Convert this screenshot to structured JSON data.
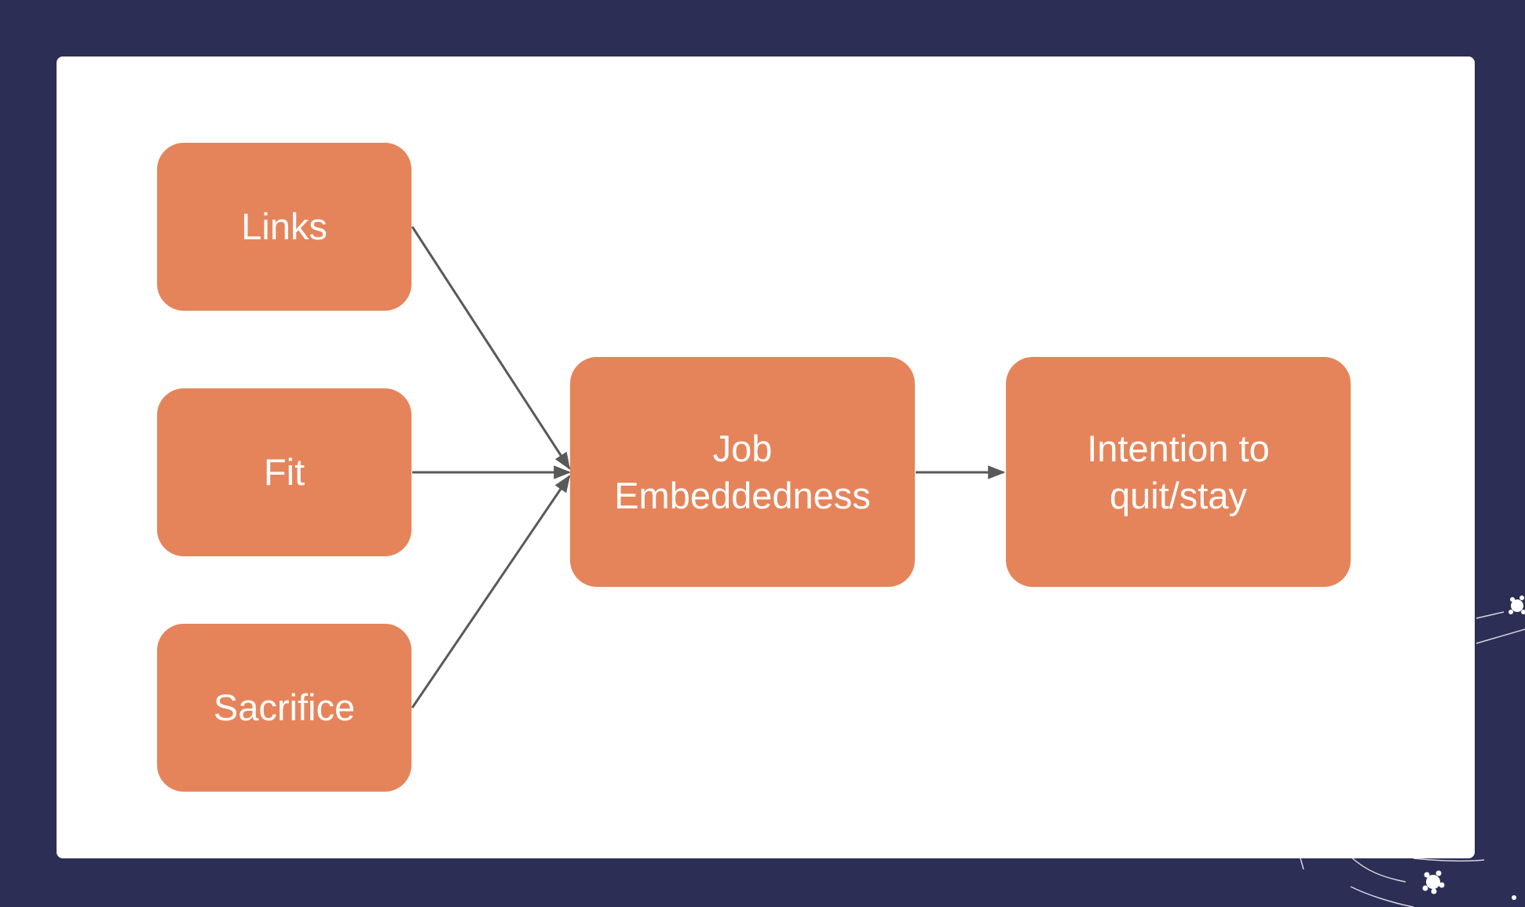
{
  "diagram": {
    "nodes": {
      "links": {
        "line1": "Links"
      },
      "fit": {
        "line1": "Fit"
      },
      "sacrifice": {
        "line1": "Sacrifice"
      },
      "job_embeddedness": {
        "line1": "Job",
        "line2": "Embeddedness"
      },
      "intention": {
        "line1": "Intention to",
        "line2": "quit/stay"
      }
    },
    "edges": [
      {
        "from": "links",
        "to": "job_embeddedness"
      },
      {
        "from": "fit",
        "to": "job_embeddedness"
      },
      {
        "from": "sacrifice",
        "to": "job_embeddedness"
      },
      {
        "from": "job_embeddedness",
        "to": "intention"
      }
    ]
  },
  "colors": {
    "frame": "#2d2e55",
    "panel": "#ffffff",
    "node_fill": "#e5845a",
    "node_text": "#ffffff",
    "arrow": "#595959"
  }
}
